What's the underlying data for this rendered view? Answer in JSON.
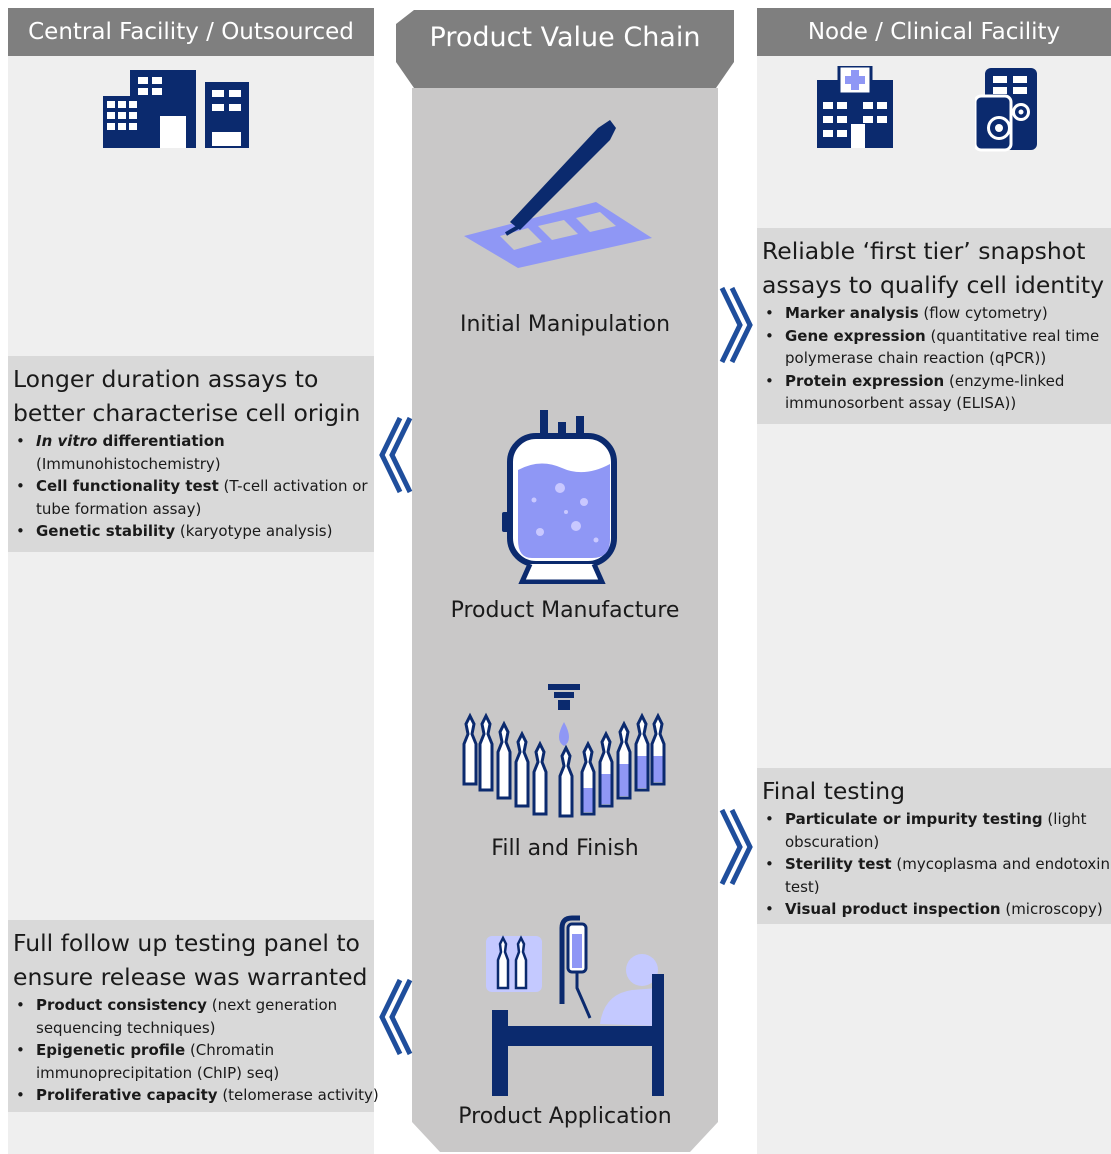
{
  "headers": {
    "left": "Central Facility / Outsourced",
    "right": "Node / Clinical Facility",
    "center": "Product Value Chain"
  },
  "stages": [
    {
      "label": "Initial Manipulation",
      "icon": "pipette-icon"
    },
    {
      "label": "Product Manufacture",
      "icon": "bioreactor-icon"
    },
    {
      "label": "Fill and Finish",
      "icon": "vials-icon"
    },
    {
      "label": "Product Application",
      "icon": "patient-bed-icon"
    }
  ],
  "boxes": {
    "first_tier": {
      "title_lines": [
        "Reliable ‘first tier’ snapshot",
        "assays to qualify cell identity"
      ],
      "items": [
        {
          "bold": "Marker analysis",
          "rest": " (flow cytometry)"
        },
        {
          "bold": "Gene expression",
          "rest": " (quantitative real time",
          "cont": "polymerase chain reaction (qPCR))"
        },
        {
          "bold": "Protein expression",
          "rest": " (enzyme-linked",
          "cont": "immunosorbent assay (ELISA))"
        }
      ]
    },
    "longer_duration": {
      "title_lines": [
        "Longer duration assays to",
        "better characterise cell origin"
      ],
      "items": [
        {
          "italic": "In vitro",
          "bold": " differentiation",
          "rest": "",
          "cont": "(Immunohistochemistry)"
        },
        {
          "bold": "Cell functionality test",
          "rest": " (T-cell activation or",
          "cont": "tube formation assay)"
        },
        {
          "bold": "Genetic stability",
          "rest": " (karyotype analysis)"
        }
      ]
    },
    "final_testing": {
      "title_lines": [
        "Final testing"
      ],
      "items": [
        {
          "bold": "Particulate or impurity testing",
          "rest": " (light",
          "cont": "obscuration)"
        },
        {
          "bold": "Sterility test",
          "rest": " (mycoplasma and endotoxin",
          "cont": "test)"
        },
        {
          "bold": "Visual product inspection",
          "rest": " (microscopy)"
        }
      ]
    },
    "follow_up": {
      "title_lines": [
        "Full follow up testing panel to",
        "ensure release was warranted"
      ],
      "items": [
        {
          "bold": "Product consistency",
          "rest": " (next generation",
          "cont": "sequencing techniques)"
        },
        {
          "bold": "Epigenetic profile",
          "rest": " (Chromatin",
          "cont": "immunoprecipitation (ChIP) seq)"
        },
        {
          "bold": "Proliferative capacity",
          "rest": " (telomerase activity)"
        }
      ]
    }
  },
  "colors": {
    "header_gray": "#7f7f7f",
    "column_bg": "#efefef",
    "box_gray": "#d9d9d9",
    "chain_gray": "#c9c8c8",
    "navy": "#0b2a6e",
    "lavender": "#8f97f5",
    "chevron_blue": "#1f4e9c"
  },
  "icons": {
    "left_header": "office-buildings-icon",
    "right_header_1": "hospital-icon",
    "right_header_2": "lab-gears-icon",
    "arrows": "chevron-arrows-icon"
  }
}
